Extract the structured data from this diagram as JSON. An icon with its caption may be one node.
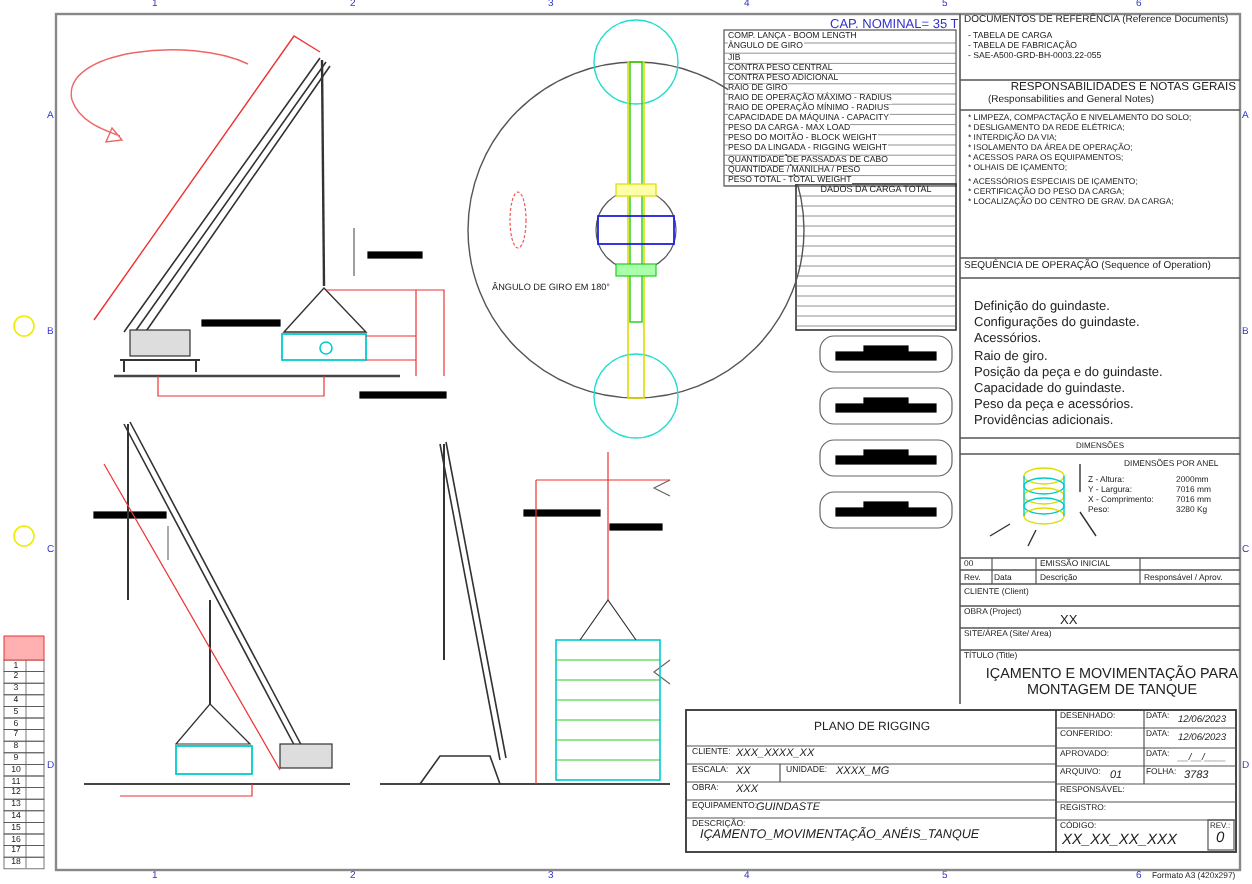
{
  "diagram": {
    "title": "PLANO DE RIGGING",
    "labels": [
      "1",
      "2",
      "3",
      "4",
      "5",
      "6",
      "1",
      "2",
      "3",
      "4",
      "5",
      "6",
      "A",
      "B",
      "C",
      "D",
      "A",
      "B",
      "C",
      "D",
      "ÂNGULO DE GIRO EM 180°",
      "CAP. NOMINAL= 35 T",
      "COMP. LANÇA - BOOM LENGTH",
      "ÂNGULO DE GIRO",
      "JIB",
      "CONTRA PESO CENTRAL",
      "CONTRA PESO ADICIONAL",
      "RAIO DE GIRO",
      "RAIO DE OPERAÇÃO MÁXIMO - RADIUS",
      "RAIO DE OPERAÇÃO MÍNIMO - RADIUS",
      "CAPACIDADE DA MÁQUINA - CAPACITY",
      "PESO DA CARGA - MAX LOAD",
      "PESO DO MOITÃO - BLOCK WEIGHT",
      "PESO DA LINGADA - RIGGING WEIGHT",
      "QUANTIDADE DE PASSADAS DE CABO",
      "QUANTIDADE / MANILHA / PESO",
      "PESO TOTAL - TOTAL WEIGHT",
      "DADOS DA CARGA TOTAL",
      "DOCUMENTOS DE REFERÊNCIA (Reference Documents)",
      "- TABELA DE CARGA",
      "- TABELA DE FABRICAÇÃO",
      "- SAE-A500-GRD-BH-0003.22-055",
      "RESPONSABILIDADES E NOTAS GERAIS",
      "(Responsabilities and General Notes)",
      "* LIMPEZA, COMPACTAÇÃO E NIVELAMENTO DO SOLO;",
      "* DESLIGAMENTO DA REDE ELÉTRICA;",
      "* INTERDIÇÃO DA VIA;",
      "* ISOLAMENTO DA ÁREA DE OPERAÇÃO;",
      "* ACESSOS PARA OS EQUIPAMENTOS;",
      "* OLHAIS DE IÇAMENTO;",
      "* ACESSÓRIOS ESPECIAIS DE IÇAMENTO;",
      "* CERTIFICAÇÃO DO PESO DA CARGA;",
      "* LOCALIZAÇÃO DO CENTRO DE GRAV. DA CARGA;",
      "SEQUÊNCIA DE OPERAÇÃO (Sequence of Operation)",
      "Definição do guindaste.",
      "Configurações do guindaste.",
      "Acessórios.",
      "Raio de giro.",
      "Posição da peça e do guindaste.",
      "Capacidade do guindaste.",
      "Peso da peça e acessórios.",
      "Providências adicionais.",
      "DIMENSÕES",
      "DIMENSÕES POR ANEL",
      "Z - Altura:",
      "Y - Largura:",
      "X - Comprimento:",
      "Peso:",
      "2000mm",
      "7016 mm",
      "7016 mm",
      "3280 Kg",
      "00",
      "EMISSÃO INICIAL",
      "Rev.",
      "Data",
      "Descrição",
      "Responsável / Aprov.",
      "CLIENTE (Client)",
      "OBRA (Project)",
      "XX",
      "SITE/ÁREA (Site/ Area)",
      "TÍTULO (Title)",
      "IÇAMENTO E MOVIMENTAÇÃO PARA MONTAGEM DE TANQUE",
      "CLIENTE:",
      "XXX_XXXX_XX",
      "ESCALA:",
      "XX",
      "UNIDADE:",
      "XXXX_MG",
      "OBRA:",
      "XXX",
      "EQUIPAMENTO:",
      "GUINDASTE",
      "DESCRIÇÃO:",
      "IÇAMENTO_MOVIMENTAÇÃO_ANÉIS_TANQUE",
      "DESENHADO:",
      "DATA:",
      "12/06/2023",
      "CONFERIDO:",
      "DATA:",
      "12/06/2023",
      "APROVADO:",
      "DATA:",
      "__/__/____",
      "ARQUIVO:",
      "01",
      "FOLHA:",
      "3783",
      "RESPONSÁVEL:",
      "REGISTRO:",
      "CÓDIGO:",
      "XX_XX_XX_XXX",
      "REV.:",
      "0",
      "1",
      "2",
      "3",
      "4",
      "5",
      "6",
      "7",
      "8",
      "9",
      "10",
      "11",
      "12",
      "13",
      "14",
      "15",
      "16",
      "17",
      "18",
      "Formato A3 (420x297)"
    ]
  }
}
